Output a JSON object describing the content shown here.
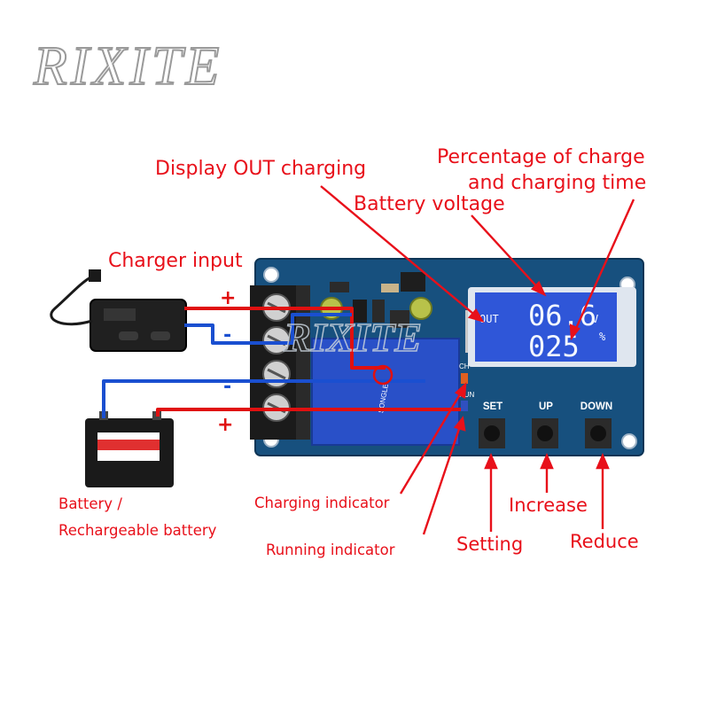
{
  "brand": {
    "logo": "RIXITE",
    "watermark": "RIXITE"
  },
  "labels": {
    "display_out": "Display OUT charging",
    "percentage_line1": "Percentage of charge",
    "percentage_line2": "and charging time",
    "battery_voltage": "Battery voltage",
    "charger_input": "Charger input",
    "battery_line1": "Battery /",
    "battery_line2": "Rechargeable battery",
    "charging_indicator": "Charging indicator",
    "running_indicator": "Running indicator",
    "setting": "Setting",
    "increase": "Increase",
    "reduce": "Reduce"
  },
  "polarity": {
    "charger_plus": "+",
    "charger_minus": "-",
    "battery_minus": "-",
    "battery_plus": "+"
  },
  "board": {
    "lcd_out": "OUT",
    "lcd_voltage": "06.6",
    "lcd_voltage_unit": "V",
    "lcd_percent": "025",
    "lcd_percent_unit": "%",
    "button_set": "SET",
    "button_up": "UP",
    "button_down": "DOWN",
    "led_ch": "CH",
    "led_run": "RUN",
    "relay_text": "SONGLE"
  },
  "colors": {
    "label_red": "#e8101a",
    "wire_red": "#e01010",
    "wire_blue": "#1a4fd0",
    "pcb_blue": "#17507e",
    "lcd_blue": "#2f56d8"
  }
}
